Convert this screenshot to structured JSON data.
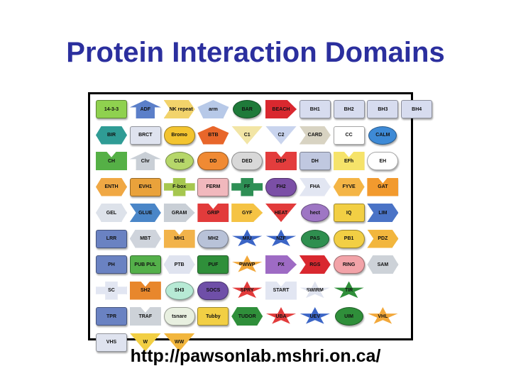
{
  "title": "Protein Interaction Domains",
  "url": "http://pawsonlab.mshri.on.ca/",
  "domains": [
    {
      "label": "14-3-3",
      "color": "#8fd14f",
      "shape": "rect"
    },
    {
      "label": "ADF",
      "color": "#5b7fc9",
      "shape": "up"
    },
    {
      "label": "ANK repeat",
      "color": "#f2d36b",
      "shape": "chev"
    },
    {
      "label": "arm",
      "color": "#b7c9e8",
      "shape": "pent"
    },
    {
      "label": "BAR",
      "color": "#1f7a3a",
      "shape": "oval"
    },
    {
      "label": "BEACH",
      "color": "#d9282f",
      "shape": "arrow"
    },
    {
      "label": "BH1",
      "color": "#d7dcef",
      "shape": "rect"
    },
    {
      "label": "BH2",
      "color": "#d7dcef",
      "shape": "rect"
    },
    {
      "label": "BH3",
      "color": "#d7dcef",
      "shape": "rect"
    },
    {
      "label": "BH4",
      "color": "#d7dcef",
      "shape": "rect"
    },
    {
      "label": "BIR",
      "color": "#2f9c95",
      "shape": "hex"
    },
    {
      "label": "BRCT",
      "color": "#dfe3ef",
      "shape": "rect"
    },
    {
      "label": "Bromo",
      "color": "#f3c430",
      "shape": "round"
    },
    {
      "label": "BTB",
      "color": "#e8662a",
      "shape": "pent"
    },
    {
      "label": "C1",
      "color": "#f2e5a5",
      "shape": "tri"
    },
    {
      "label": "C2",
      "color": "#c9d4ee",
      "shape": "tri"
    },
    {
      "label": "CARD",
      "color": "#d8d3c2",
      "shape": "chev"
    },
    {
      "label": "CC",
      "color": "#ffffff",
      "shape": "rect"
    },
    {
      "label": "CALM",
      "color": "#3e8ad6",
      "shape": "oval"
    },
    {
      "label": "",
      "color": "#ffffff",
      "shape": "none"
    },
    {
      "label": "CH",
      "color": "#55b046",
      "shape": "notch"
    },
    {
      "label": "Chr",
      "color": "#c9cfd6",
      "shape": "up"
    },
    {
      "label": "CUE",
      "color": "#b6d76a",
      "shape": "oval"
    },
    {
      "label": "DD",
      "color": "#f08a33",
      "shape": "round"
    },
    {
      "label": "DED",
      "color": "#d8d8d8",
      "shape": "round"
    },
    {
      "label": "DEP",
      "color": "#e33d3d",
      "shape": "notch"
    },
    {
      "label": "DH",
      "color": "#c0c8e0",
      "shape": "rect"
    },
    {
      "label": "EFh",
      "color": "#f6e36a",
      "shape": "notch"
    },
    {
      "label": "EH",
      "color": "#ffffff",
      "shape": "round"
    },
    {
      "label": "",
      "color": "#ffffff",
      "shape": "none"
    },
    {
      "label": "ENTH",
      "color": "#f0a844",
      "shape": "hex"
    },
    {
      "label": "EVH1",
      "color": "#e9a23b",
      "shape": "rect"
    },
    {
      "label": "F-box",
      "color": "#a6c74f",
      "shape": "cross"
    },
    {
      "label": "FERM",
      "color": "#f1b8bd",
      "shape": "rect"
    },
    {
      "label": "FF",
      "color": "#2e8f55",
      "shape": "cross"
    },
    {
      "label": "FH2",
      "color": "#7b4fa6",
      "shape": "round"
    },
    {
      "label": "FHA",
      "color": "#e2e6f2",
      "shape": "chev"
    },
    {
      "label": "FYVE",
      "color": "#f4b546",
      "shape": "hex"
    },
    {
      "label": "GAT",
      "color": "#f29a2e",
      "shape": "notch"
    },
    {
      "label": "",
      "color": "#ffffff",
      "shape": "none"
    },
    {
      "label": "GEL",
      "color": "#dde2ea",
      "shape": "hex"
    },
    {
      "label": "GLUE",
      "color": "#4a86c8",
      "shape": "chev"
    },
    {
      "label": "GRAM",
      "color": "#c9cfd6",
      "shape": "arrow"
    },
    {
      "label": "GRIP",
      "color": "#e23b3b",
      "shape": "notch"
    },
    {
      "label": "GYF",
      "color": "#f5c344",
      "shape": "arrow"
    },
    {
      "label": "HEAT",
      "color": "#e23b3b",
      "shape": "tri"
    },
    {
      "label": "hect",
      "color": "#9e76c4",
      "shape": "oval"
    },
    {
      "label": "IQ",
      "color": "#f2cf44",
      "shape": "rect"
    },
    {
      "label": "LIM",
      "color": "#4a73c6",
      "shape": "chev"
    },
    {
      "label": "",
      "color": "#ffffff",
      "shape": "none"
    },
    {
      "label": "LRR",
      "color": "#6a82c2",
      "shape": "rect"
    },
    {
      "label": "MBT",
      "color": "#cfd4dc",
      "shape": "hex"
    },
    {
      "label": "MH1",
      "color": "#f2b34a",
      "shape": "notch"
    },
    {
      "label": "MH2",
      "color": "#b8c2d8",
      "shape": "round"
    },
    {
      "label": "MIU",
      "color": "#3b65c6",
      "shape": "star"
    },
    {
      "label": "NZF",
      "color": "#3b65c6",
      "shape": "star"
    },
    {
      "label": "PAS",
      "color": "#2f8f4f",
      "shape": "oval"
    },
    {
      "label": "PB1",
      "color": "#f2cf44",
      "shape": "round"
    },
    {
      "label": "PDZ",
      "color": "#f2b63d",
      "shape": "chev"
    },
    {
      "label": "",
      "color": "#ffffff",
      "shape": "none"
    },
    {
      "label": "PH",
      "color": "#6a82c2",
      "shape": "rect"
    },
    {
      "label": "PUB PUL",
      "color": "#54b04a",
      "shape": "rect"
    },
    {
      "label": "PTB",
      "color": "#dfe3ef",
      "shape": "hex"
    },
    {
      "label": "PUF",
      "color": "#2f8f3a",
      "shape": "rect"
    },
    {
      "label": "PWWP",
      "color": "#f2a83a",
      "shape": "star"
    },
    {
      "label": "PX",
      "color": "#9e6bc4",
      "shape": "arrow"
    },
    {
      "label": "RGS",
      "color": "#d9282f",
      "shape": "chev"
    },
    {
      "label": "RING",
      "color": "#f2a3a8",
      "shape": "round"
    },
    {
      "label": "SAM",
      "color": "#cdd2d8",
      "shape": "hex"
    },
    {
      "label": "",
      "color": "#ffffff",
      "shape": "none"
    },
    {
      "label": "SC",
      "color": "#e2e6f2",
      "shape": "cross"
    },
    {
      "label": "SH2",
      "color": "#e8872c",
      "shape": "notch"
    },
    {
      "label": "SH3",
      "color": "#b7ead5",
      "shape": "oval"
    },
    {
      "label": "SOCS",
      "color": "#6f4fa8",
      "shape": "round"
    },
    {
      "label": "SPRY",
      "color": "#e23b3b",
      "shape": "star"
    },
    {
      "label": "START",
      "color": "#e2e6f2",
      "shape": "notch"
    },
    {
      "label": "SWIRM",
      "color": "#dfe3ef",
      "shape": "star"
    },
    {
      "label": "TIR",
      "color": "#2f8f3a",
      "shape": "star"
    },
    {
      "label": "",
      "color": "#ffffff",
      "shape": "none"
    },
    {
      "label": "",
      "color": "#ffffff",
      "shape": "none"
    },
    {
      "label": "TPR",
      "color": "#6a82c2",
      "shape": "rect"
    },
    {
      "label": "TRAF",
      "color": "#cdd2d8",
      "shape": "notch"
    },
    {
      "label": "tsnare",
      "color": "#e8f0e0",
      "shape": "round"
    },
    {
      "label": "Tubby",
      "color": "#f2cf44",
      "shape": "rect"
    },
    {
      "label": "TUDOR",
      "color": "#2f8f3a",
      "shape": "hex"
    },
    {
      "label": "UBA",
      "color": "#e23b3b",
      "shape": "star"
    },
    {
      "label": "UEV",
      "color": "#3b65c6",
      "shape": "star"
    },
    {
      "label": "UIM",
      "color": "#2f8f3a",
      "shape": "oval"
    },
    {
      "label": "VHL",
      "color": "#f2a83a",
      "shape": "star"
    },
    {
      "label": "",
      "color": "#ffffff",
      "shape": "none"
    },
    {
      "label": "VHS",
      "color": "#dfe3ef",
      "shape": "rect"
    },
    {
      "label": "W",
      "color": "#f2cf44",
      "shape": "tri"
    },
    {
      "label": "WW",
      "color": "#f2b63d",
      "shape": "tri"
    }
  ]
}
